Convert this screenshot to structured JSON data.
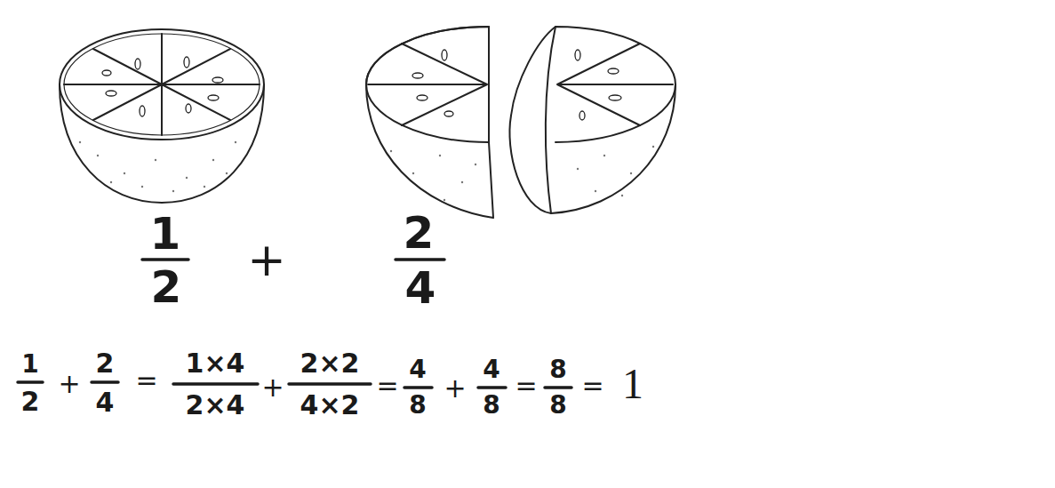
{
  "diagram": {
    "labels": [
      "1",
      "2",
      "+",
      "2",
      "4",
      "1",
      "2",
      "+",
      "2",
      "4",
      "=",
      "1×4",
      "2×4",
      "+",
      "2×2",
      "4×2",
      "=",
      "4",
      "8",
      "+",
      "4",
      "8",
      "=",
      "8",
      "8",
      "=",
      "1"
    ]
  }
}
